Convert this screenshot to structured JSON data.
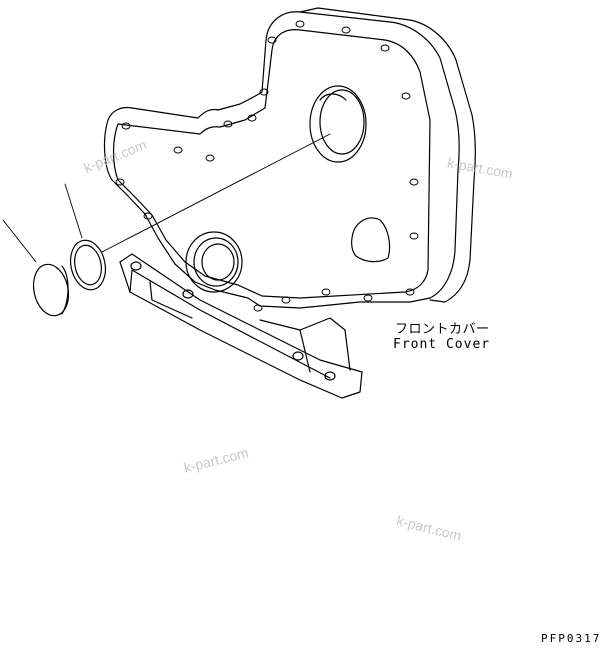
{
  "diagram": {
    "part_label_jp": "フロントカバー",
    "part_label_en": "Front Cover",
    "figure_number": "PFP0317",
    "watermark_text": "k-part.com",
    "line_color": "#000000",
    "watermark_color": "#c8c8c8"
  }
}
